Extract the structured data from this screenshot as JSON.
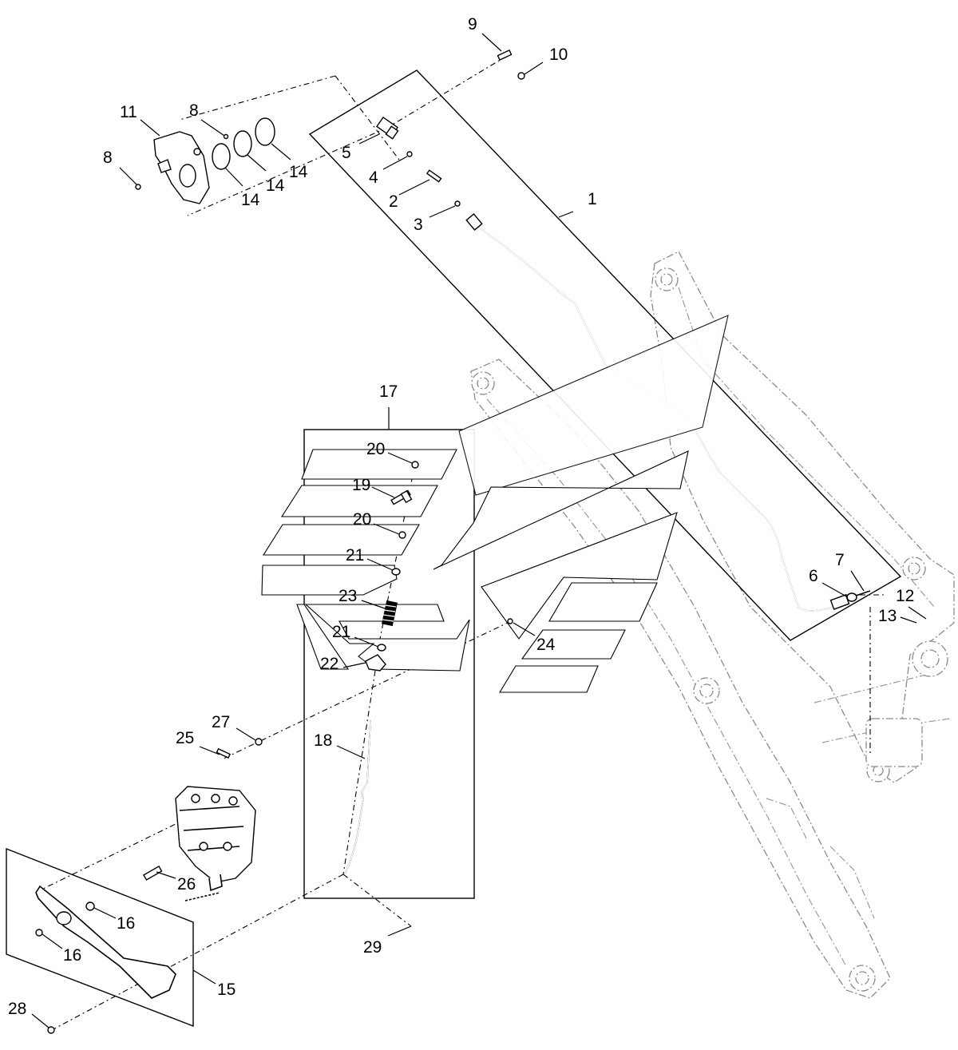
{
  "labels": {
    "l1": "1",
    "l2": "2",
    "l3": "3",
    "l4": "4",
    "l5": "5",
    "l6": "6",
    "l7": "7",
    "l8a": "8",
    "l8b": "8",
    "l9": "9",
    "l10": "10",
    "l11": "11",
    "l12": "12",
    "l13": "13",
    "l14a": "14",
    "l14b": "14",
    "l14c": "14",
    "l15": "15",
    "l16a": "16",
    "l16b": "16",
    "l17": "17",
    "l18": "18",
    "l19": "19",
    "l20a": "20",
    "l20b": "20",
    "l21a": "21",
    "l21b": "21",
    "l22": "22",
    "l23": "23",
    "l24": "24",
    "l25": "25",
    "l26": "26",
    "l27": "27",
    "l28": "28",
    "l29": "29"
  }
}
